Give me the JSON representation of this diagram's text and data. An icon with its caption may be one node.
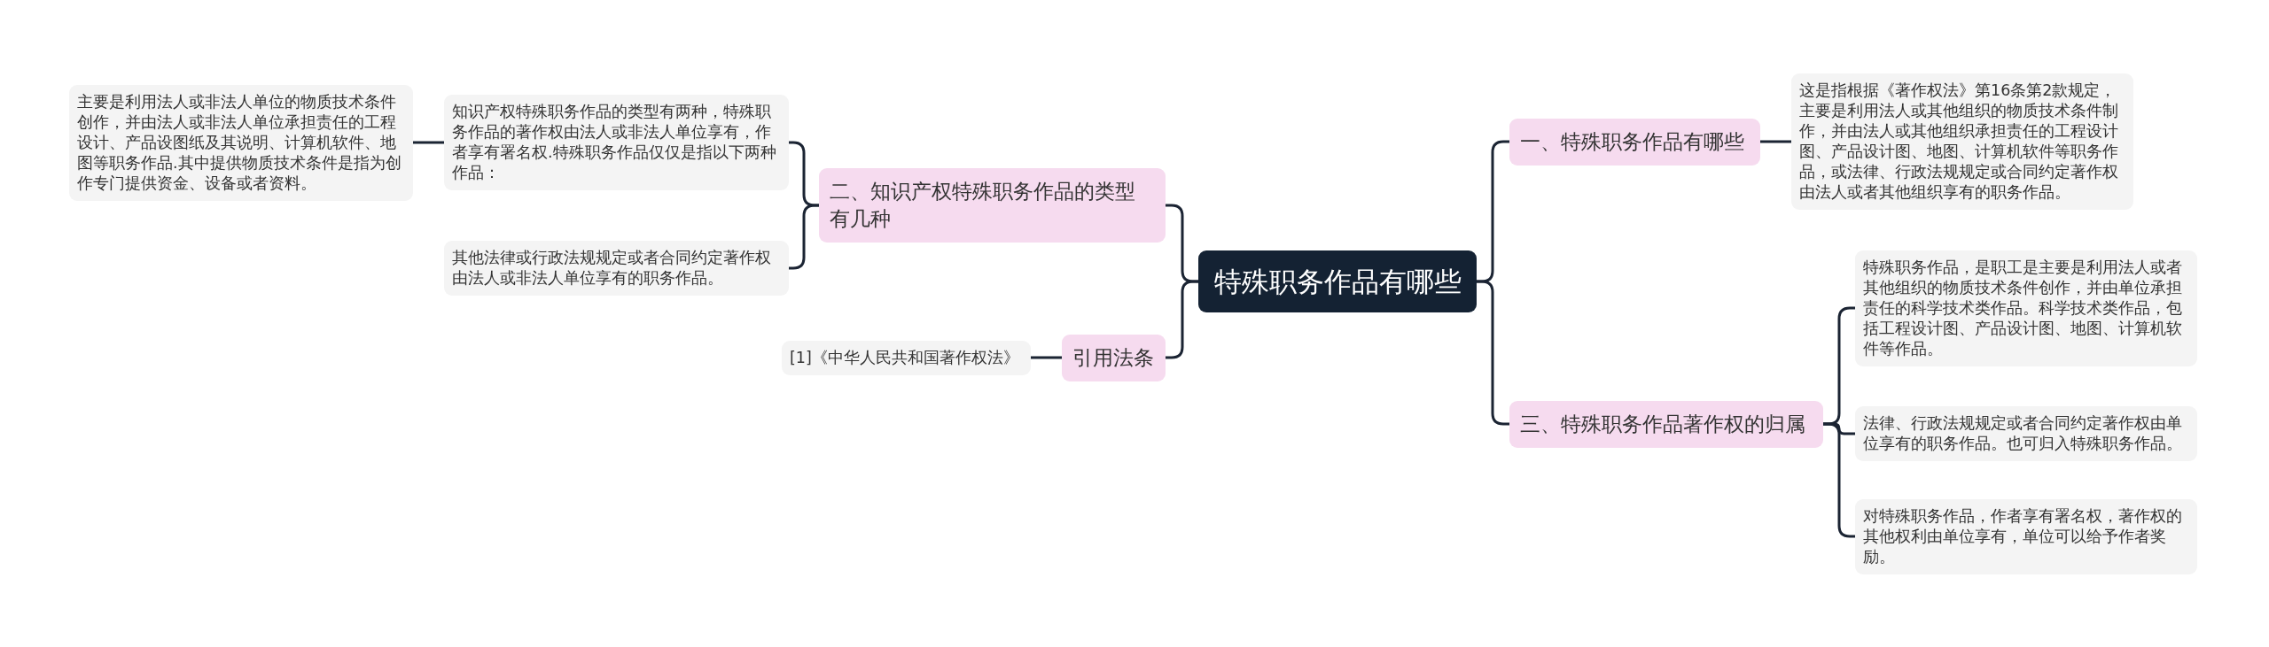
{
  "diagram": {
    "nodes": [
      {
        "text": [
          "特殊职务作品有哪些"
        ]
      },
      {
        "text": [
          "一、特殊职务作品有哪些"
        ]
      },
      {
        "text": [
          "这是指根据《著作权法》第16条第2款规定，主要是利用法人或其他组织的物质技术条件制作，并由法人或其他组织承担责任的工程设计图、产品设计图、地图、计算机软件等职务作品，或法律、行政法规规定或合同约定著作权由法人或者其他组织享有的职务作品。"
        ]
      },
      {
        "text": [
          "三、特殊职务作品著作权的归属"
        ]
      },
      {
        "text": [
          "特殊职务作品，是职工是主要是利用法人或者其他组织的物质技术条件创作，并由单位承担责任的科学技术类作品。科学技术类作品，包括工程设计图、产品设计图、地图、计算机软件等作品。"
        ]
      },
      {
        "text": [
          "法律、行政法规规定或者合同约定著作权由单位享有的职务作品。也可归入特殊职务作品。"
        ]
      },
      {
        "text": [
          "对特殊职务作品，作者享有署名权，著作权的其他权利由单位享有，单位可以给予作者奖励。"
        ]
      },
      {
        "text": [
          "二、知识产权特殊职务作品的类型有几种"
        ]
      },
      {
        "text": [
          "知识产权特殊职务作品的类型有两种，特殊职务作品的著作权由法人或非法人单位享有，作者享有署名权.特殊职务作品仅仅是指以下两种作品："
        ]
      },
      {
        "text": [
          "主要是利用法人或非法人单位的物质技术条件创作，并由法人或非法人单位承担责任的工程设计、产品设图纸及其说明、计算机软件、地图等职务作品.其中提供物质技术条件是指为创作专门提供资金、设备或者资料。"
        ]
      },
      {
        "text": [
          "其他法律或行政法规规定或者合同约定著作权由法人或非法人单位享有的职务作品。"
        ]
      },
      {
        "text": [
          "引用法条"
        ]
      },
      {
        "text": [
          "[1]《中华人民共和国著作权法》"
        ]
      }
    ],
    "edges": [
      {
        "from": 0,
        "to": 1,
        "arrow": "none"
      },
      {
        "from": 1,
        "to": 2,
        "arrow": "none"
      },
      {
        "from": 0,
        "to": 3,
        "arrow": "none"
      },
      {
        "from": 3,
        "to": 4,
        "arrow": "none"
      },
      {
        "from": 3,
        "to": 5,
        "arrow": "none"
      },
      {
        "from": 3,
        "to": 6,
        "arrow": "none"
      },
      {
        "from": 0,
        "to": 7,
        "arrow": "none"
      },
      {
        "from": 7,
        "to": 8,
        "arrow": "none"
      },
      {
        "from": 8,
        "to": 9,
        "arrow": "none"
      },
      {
        "from": 7,
        "to": 10,
        "arrow": "none"
      },
      {
        "from": 0,
        "to": 11,
        "arrow": "none"
      },
      {
        "from": 11,
        "to": 12,
        "arrow": "none"
      }
    ]
  }
}
